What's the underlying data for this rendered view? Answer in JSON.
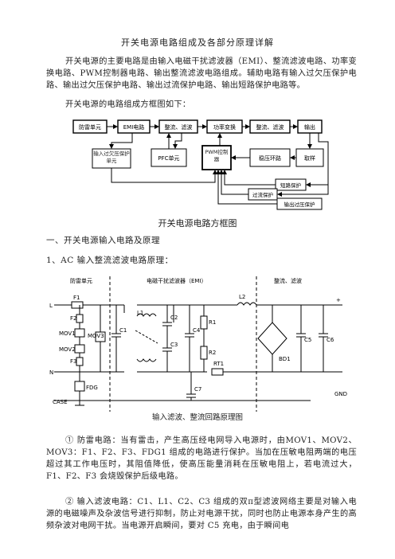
{
  "doc": {
    "title": "开关电源电路组成及各部分原理详解",
    "intro": "开关电源的主要电路是由输入电磁干扰滤波器（EMI）、整流滤波电路、功率变换电路、PWM控制器电路、输出整流滤波电路组成。辅助电路有输入过欠压保护电路、输出过欠压保护电路、输出过流保护电路、输出短路保护电路等。",
    "block_intro": "开关电源的电路组成方框图如下：",
    "section1": "一、开关电源输入电路及原理",
    "sub1": "1、AC 输入整流滤波电路原理：",
    "para_lightning": "①  防雷电路：当有雷击，产生高压经电网导入电源时，由MOV1、MOV2、MOV3：F1、F2、F3、FDG1 组成的电路进行保护。当加在压敏电阻两端的电压超过其工作电压时，其阻值降低，使高压能量消耗在压敏电阻上，若电流过大，F1、F2、F3 会烧毁保护后级电路。",
    "para_filter": "②  输入滤波电路：C1、L1、C2、C3 组成的双π型滤波网络主要是对输入电源的电磁噪声及杂波信号进行抑制，防止对电源干扰，同时也防止电源本身产生的高频杂波对电网干扰。当电源开启瞬间，要对 C5 充电，由于瞬间电"
  },
  "block_diagram": {
    "caption": "开关电源电路方框图",
    "blocks": {
      "lightning": "防雷单元",
      "emi": "EMI电路",
      "rectify": "整流、滤波",
      "power": "功率变换",
      "out_rect": "整流、滤波",
      "output": "输出",
      "ovuv_in": "输入过欠压保护单元",
      "pfc": "PFC单元",
      "pwm": "PWM控制器",
      "regulator": "稳压环路",
      "sample": "取样",
      "short": "短路保护",
      "overcurrent": "过流保护",
      "ovuv_out": "输出过压保护"
    }
  },
  "schematic": {
    "caption": "输入滤波、整流回路原理图",
    "sections": {
      "lightning": "防雷单元",
      "emi": "电磁干扰滤波器（EMI）",
      "rect": "整流、滤波"
    },
    "labels": {
      "L": "L",
      "N": "N",
      "CASE": "CASE",
      "GND": "GND",
      "plus": "+",
      "F1": "F1",
      "F2": "F2",
      "F3": "F3",
      "MOV1": "MOV1",
      "MOV2": "MOV2",
      "MOV3": "MOV3",
      "FDG": "FDG",
      "C1": "C1",
      "L1": "L1",
      "C2": "C2",
      "C3": "C3",
      "C4": "C4",
      "R1": "R1",
      "R2": "R2",
      "RT1": "RT1",
      "L2": "L2",
      "BD1": "BD1",
      "C5": "C5",
      "C6": "C6",
      "C7": "C7"
    }
  }
}
